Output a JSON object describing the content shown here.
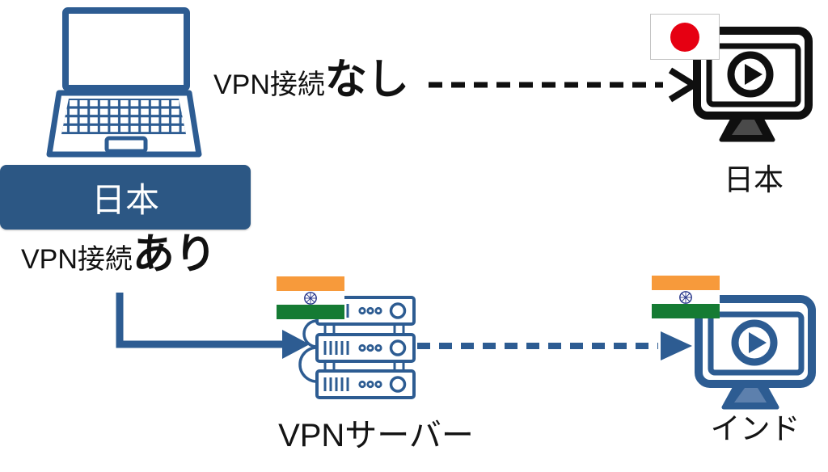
{
  "client": {
    "location_label": "日本",
    "icon": "laptop-icon"
  },
  "no_vpn": {
    "prefix": "VPN接続",
    "emphasis": "なし"
  },
  "with_vpn": {
    "prefix": "VPN接続",
    "emphasis": "あり"
  },
  "japan_target": {
    "label": "日本",
    "flag": "japan-flag-icon",
    "icon": "media-player-monitor-icon"
  },
  "vpn_server": {
    "label": "VPNサーバー",
    "flag": "india-flag-icon",
    "icon": "server-stack-icon"
  },
  "india_target": {
    "label": "インド",
    "flag": "india-flag-icon",
    "icon": "media-player-monitor-icon"
  },
  "colors": {
    "primary_blue": "#2D5C92",
    "black": "#0F0F0F",
    "japan_red": "#E60012",
    "india_saffron": "#F79A3B",
    "india_green": "#157B33",
    "india_navy": "#2B3A8C"
  }
}
